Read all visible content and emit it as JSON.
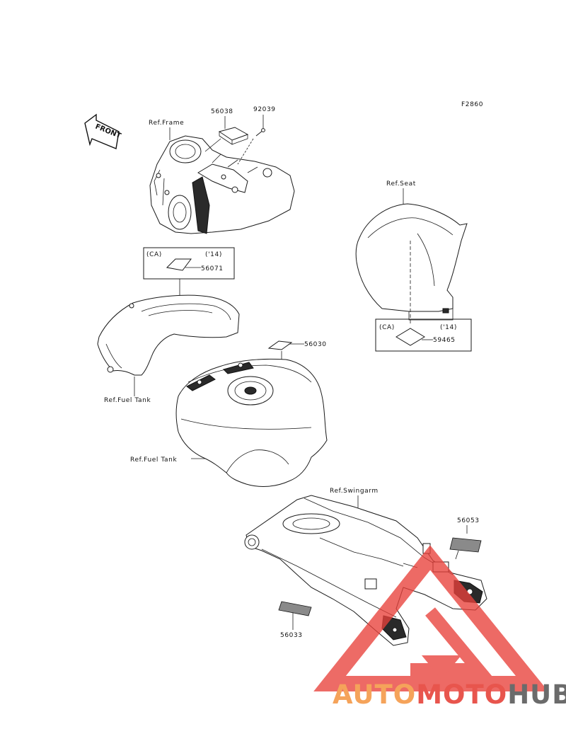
{
  "diagram": {
    "code": "F2860",
    "front_label": "FRONT",
    "references": {
      "frame": "Ref.Frame",
      "seat": "Ref.Seat",
      "fuel_tank_left": "Ref.Fuel Tank",
      "fuel_tank_right": "Ref.Fuel Tank",
      "swingarm": "Ref.Swingarm"
    },
    "parts": {
      "p56038": "56038",
      "p92039": "92039",
      "p56071": "56071",
      "p56030": "56030",
      "p59465": "59465",
      "p56053": "56053",
      "p56033": "56033"
    },
    "callout_boxes": {
      "tank": {
        "region": "(CA)",
        "year": "('14)"
      },
      "seat": {
        "region": "(CA)",
        "year": "('14)"
      }
    }
  },
  "watermark": {
    "auto": "AUTO",
    "moto": "MOTO",
    "hub": "HUB",
    "colors": {
      "auto": "#f5a35a",
      "moto": "#e8554d",
      "hub": "#6b6b6b",
      "logo": "#e8413b"
    }
  }
}
